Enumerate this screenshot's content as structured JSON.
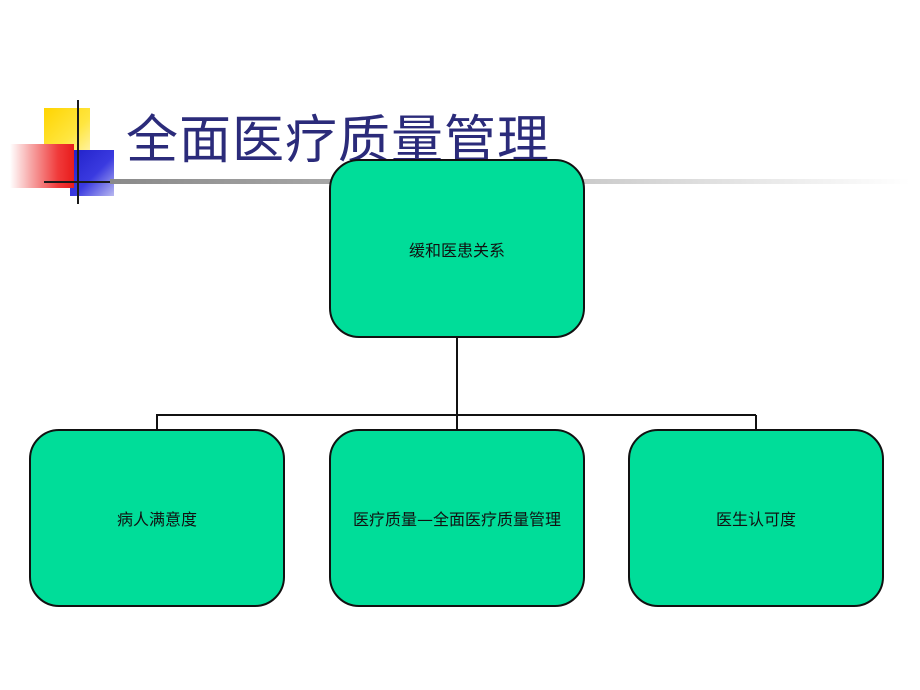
{
  "slide": {
    "title": "全面医疗质量管理"
  },
  "diagram": {
    "root": {
      "label": "缓和医患关系"
    },
    "children": [
      {
        "label": "病人满意度"
      },
      {
        "label": "医疗质量—全面医疗质量管理"
      },
      {
        "label": "医生认可度"
      }
    ],
    "colors": {
      "node_fill": "#00dd99",
      "node_border": "#111111",
      "title_text": "#2b2b7a",
      "connector": "#111111"
    }
  }
}
